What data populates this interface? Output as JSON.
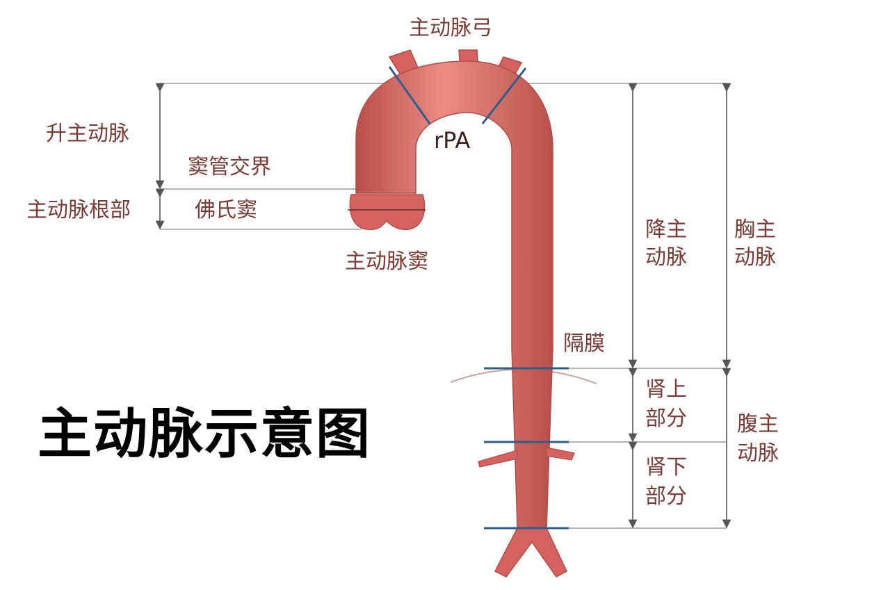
{
  "title": "主动脉示意图",
  "labels": {
    "aortic_arch": "主动脉弓",
    "ascending_aorta": "升主动脉",
    "sinotubular_junction": "窦管交界",
    "aortic_root": "主动脉根部",
    "valsalva_sinus": "佛氏窦",
    "aortic_sinus": "主动脉窦",
    "rpa": "rPA",
    "descending_aorta_l1": "降主",
    "descending_aorta_l2": "动脉",
    "thoracic_aorta_l1": "胸主",
    "thoracic_aorta_l2": "动脉",
    "diaphragm": "隔膜",
    "suprarenal_l1": "肾上",
    "suprarenal_l2": "部分",
    "infrarenal_l1": "肾下",
    "infrarenal_l2": "部分",
    "abdominal_aorta_l1": "腹主",
    "abdominal_aorta_l2": "动脉"
  },
  "colors": {
    "vessel": "#d4625f",
    "vessel_edge": "#b24a47",
    "vessel_highlight": "#ee9a92",
    "marker_blue": "#2f5d8a",
    "guide_line": "#9a9a9a",
    "label_text": "#7a3b34"
  }
}
